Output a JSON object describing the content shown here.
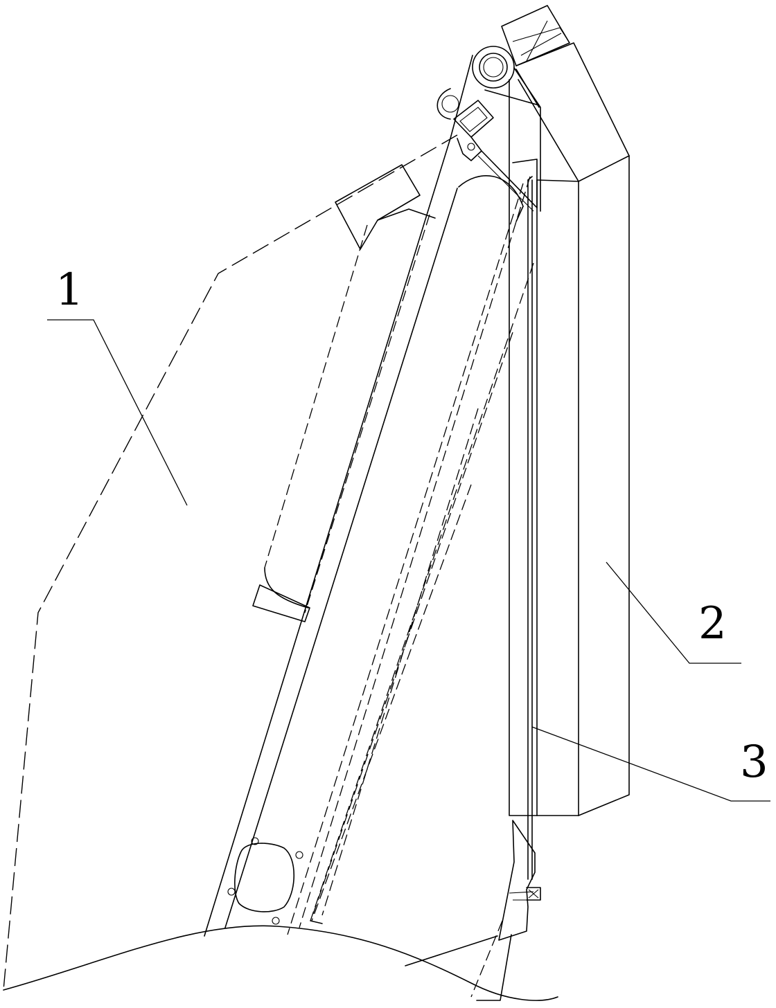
{
  "figure": {
    "reference_numerals": [
      {
        "id": "body",
        "label": "1"
      },
      {
        "id": "panel",
        "label": "2"
      },
      {
        "id": "rod",
        "label": "3"
      }
    ]
  }
}
